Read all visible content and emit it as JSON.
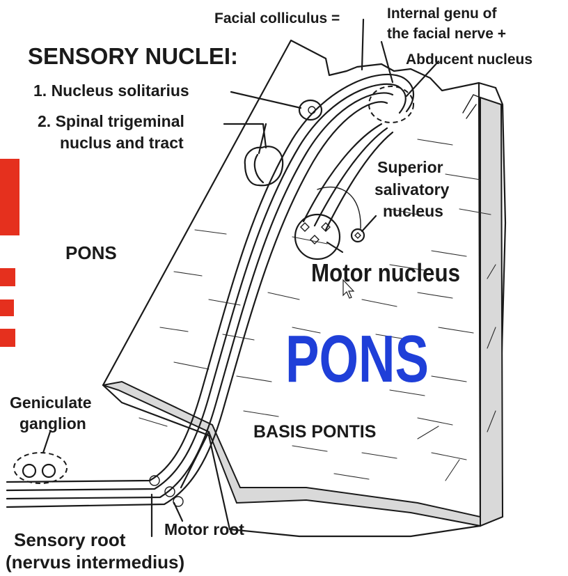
{
  "labels": {
    "facial_colliculus": "Facial colliculus =",
    "internal_genu_1": "Internal genu of",
    "internal_genu_2": "the facial nerve  +",
    "abducent_nucleus": "Abducent nucleus",
    "sensory_nuclei": "SENSORY NUCLEI:",
    "nucleus_solitarius": "1. Nucleus solitarius",
    "spinal_trigeminal_1": "2. Spinal trigeminal",
    "spinal_trigeminal_2": "nuclus and tract",
    "superior_salivatory_1": "Superior",
    "superior_salivatory_2": "salivatory",
    "superior_salivatory_3": "nucleus",
    "pons_small": "PONS",
    "motor_nucleus": "Motor nucleus",
    "pons_big": "PONS",
    "geniculate_1": "Geniculate",
    "geniculate_2": "ganglion",
    "basis_pontis": "BASIS PONTIS",
    "motor_root": "Motor root",
    "sensory_root_1": "Sensory root",
    "sensory_root_2": "(nervus intermedius)"
  },
  "colors": {
    "edge_red": "#e5301e",
    "pons_blue": "#1f3fd8",
    "shade_gray": "#d9d9d9"
  }
}
